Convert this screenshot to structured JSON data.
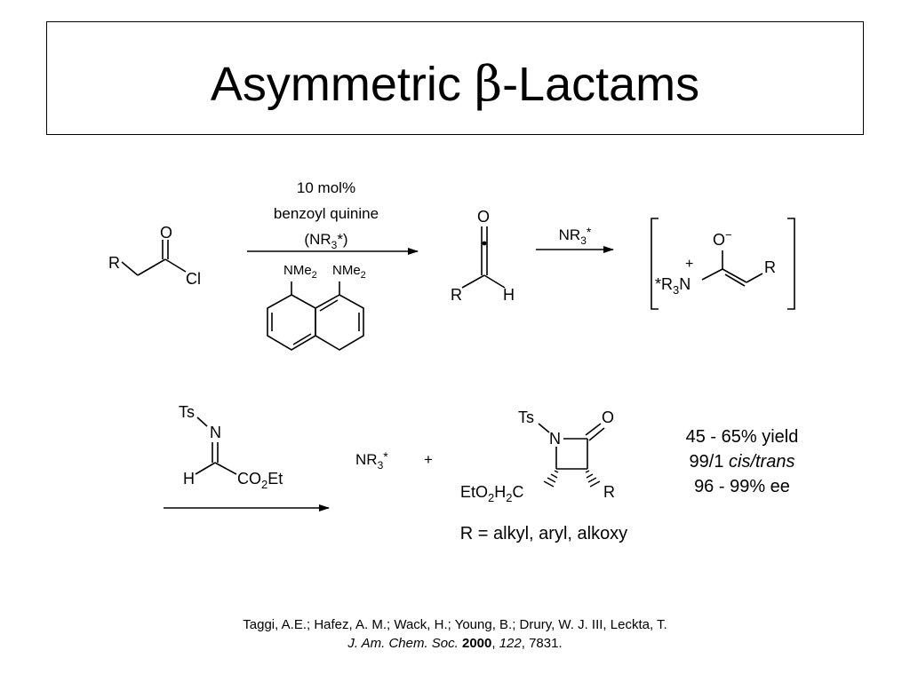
{
  "slide": {
    "title_word": "Asymmetric ",
    "title_greek": "β",
    "title_rest": "-Lactams"
  },
  "reaction1": {
    "conditions_line1": "10 mol%",
    "conditions_line2": "benzoyl quinine",
    "conditions_line3_prefix": "(NR",
    "conditions_line3_sub": "3",
    "conditions_line3_suffix": "*)",
    "proton_sponge_nme2_left": "NMe",
    "proton_sponge_nme2_right": "NMe",
    "nme2_sub": "2"
  },
  "acid_chloride": {
    "r_label": "R",
    "o_label": "O",
    "cl_label": "Cl"
  },
  "ketene": {
    "o_label": "O",
    "r_label": "R",
    "h_label": "H"
  },
  "reaction2": {
    "reagent_prefix": "NR",
    "reagent_sub": "3",
    "reagent_suffix": "*"
  },
  "enolate": {
    "o_label": "O",
    "o_charge": "−",
    "plus_charge": "+",
    "amine_prefix": "*R",
    "amine_sub": "3",
    "amine_suffix": "N",
    "r_label": "R"
  },
  "imine": {
    "ts_label": "Ts",
    "n_label": "N",
    "h_label": "H",
    "ester_prefix": "CO",
    "ester_sub": "2",
    "ester_suffix": "Et"
  },
  "products": {
    "byproduct_prefix": "NR",
    "byproduct_sub": "3",
    "byproduct_suffix": "*",
    "plus": "+",
    "lactam_ts": "Ts",
    "lactam_n": "N",
    "lactam_o": "O",
    "lactam_left_a": "EtO",
    "lactam_left_sub1": "2",
    "lactam_left_b": "H",
    "lactam_left_sub2": "2",
    "lactam_left_c": "C",
    "lactam_r": "R",
    "r_definition": "R = alkyl, aryl, alkoxy"
  },
  "results": {
    "yield": "45 - 65% yield",
    "dr_ratio": "99/1 ",
    "dr_label": "cis/trans",
    "ee": "96 - 99% ee"
  },
  "reference": {
    "authors": "Taggi, A.E.; Hafez, A. M.; Wack, H.; Young, B.; Drury, W. J. III, Leckta, T.",
    "journal": "J. Am. Chem. Soc.",
    "year": "2000",
    "volume": "122",
    "pages": "7831."
  }
}
